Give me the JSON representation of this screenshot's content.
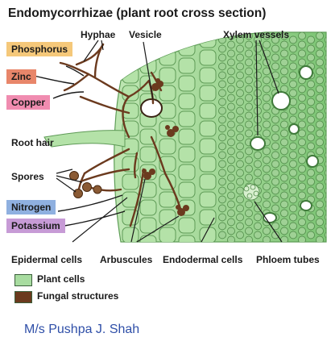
{
  "title": "Endomycorrhizae (plant root cross section)",
  "labels": {
    "hyphae": "Hyphae",
    "vesicle": "Vesicle",
    "xylem": "Xylem vessels",
    "root_hair": "Root hair",
    "spores": "Spores",
    "epidermal": "Epidermal cells",
    "arbuscules": "Arbuscules",
    "endodermal": "Endodermal cells",
    "phloem": "Phloem tubes"
  },
  "nutrients": [
    {
      "label": "Phosphorus",
      "color": "#f5c87a"
    },
    {
      "label": "Zinc",
      "color": "#e8866a"
    },
    {
      "label": "Copper",
      "color": "#f08cb0"
    },
    {
      "label": "Nitrogen",
      "color": "#8fb0e0"
    },
    {
      "label": "Potassium",
      "color": "#c79bd6"
    }
  ],
  "legend": [
    {
      "label": "Plant cells",
      "color": "#a8dca0"
    },
    {
      "label": "Fungal structures",
      "color": "#6b3a1e"
    }
  ],
  "author": "M/s Pushpa J. Shah"
}
